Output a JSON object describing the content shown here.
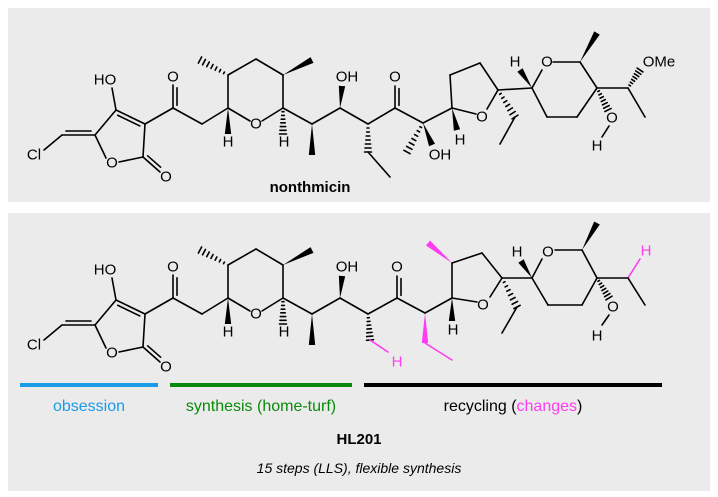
{
  "top": {
    "name": "nonthmicin",
    "atoms": {
      "cl": "Cl",
      "ho": "HO",
      "o1": "O",
      "o2": "O",
      "o3": "O",
      "o4": "O",
      "h1": "H",
      "h2": "H",
      "oh1": "OH",
      "o5": "O",
      "oh2": "OH",
      "h3": "H",
      "o6": "O",
      "h4": "H",
      "o7": "O",
      "o8": "O",
      "h5": "H",
      "ome": "OMe"
    }
  },
  "bottom": {
    "name": "HL201",
    "subtitle": "15 steps (LLS), flexible synthesis",
    "atoms": {
      "cl": "Cl",
      "ho": "HO",
      "o1": "O",
      "o2": "O",
      "o3": "O",
      "o4": "O",
      "h1": "H",
      "h2": "H",
      "oh1": "OH",
      "o5": "O",
      "h3": "H",
      "o6": "O",
      "h4": "H",
      "o7": "O",
      "o8": "O",
      "h5": "H",
      "hm1": "H",
      "hm2": "H"
    },
    "segments": [
      {
        "label": "obsession",
        "color": "#1a9be8"
      },
      {
        "label": "synthesis (home-turf)",
        "color": "#0a8a0a"
      },
      {
        "label_prefix": "recycling (",
        "label_highlight": "changes",
        "label_suffix": ")",
        "color": "#000000",
        "highlight_color": "#ff3cf0"
      }
    ]
  },
  "colors": {
    "panel": "#ebebeb",
    "modified": "#ff3cf0"
  }
}
